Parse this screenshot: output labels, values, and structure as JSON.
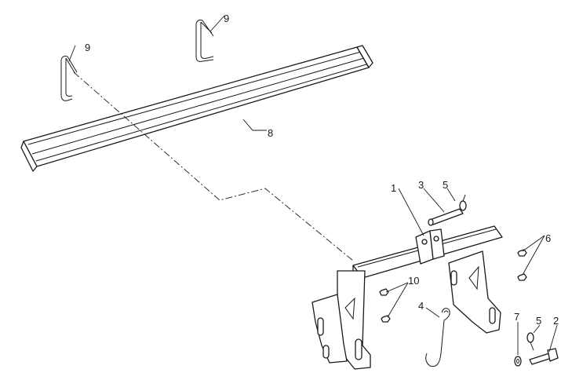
{
  "callouts": {
    "c1": "1",
    "c2": "2",
    "c3": "3",
    "c4": "4",
    "c5a": "5",
    "c5b": "5",
    "c6": "6",
    "c7": "7",
    "c8": "8",
    "c9a": "9",
    "c9b": "9",
    "c10": "10"
  }
}
